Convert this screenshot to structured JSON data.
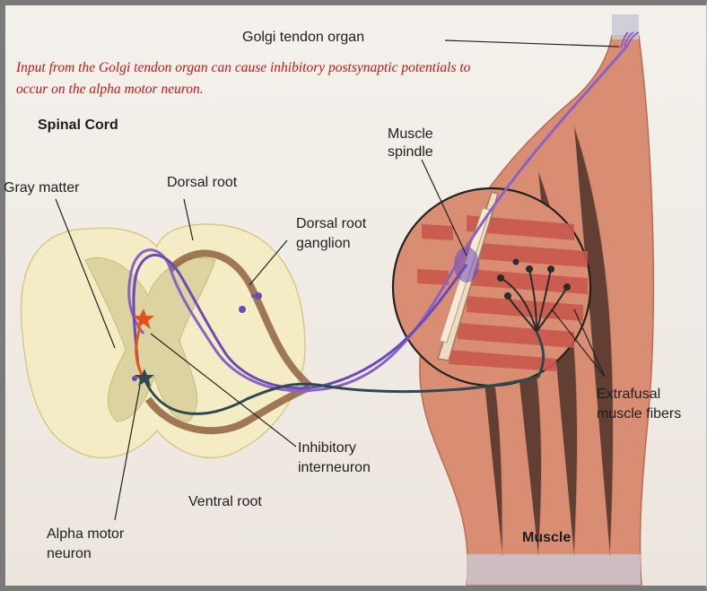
{
  "caption": "Input from the Golgi tendon organ can cause inhibitory postsynaptic potentials to occur on the alpha motor neuron.",
  "labels": {
    "golgi_tendon_organ": "Golgi tendon organ",
    "spinal_cord": "Spinal Cord",
    "gray_matter": "Gray matter",
    "dorsal_root": "Dorsal root",
    "dorsal_root_ganglion_1": "Dorsal root",
    "dorsal_root_ganglion_2": "ganglion",
    "muscle_spindle_1": "Muscle",
    "muscle_spindle_2": "spindle",
    "extrafusal_1": "Extrafusal",
    "extrafusal_2": "muscle fibers",
    "inhibitory_1": "Inhibitory",
    "inhibitory_2": "interneuron",
    "ventral_root": "Ventral root",
    "alpha_motor_1": "Alpha motor",
    "alpha_motor_2": "neuron",
    "muscle": "Muscle"
  },
  "colors": {
    "caption": "#c01818",
    "sensory_axon": "#6a4bb8",
    "golgi_axon": "#8a62c6",
    "motor_axon": "#2e4a4f",
    "interneuron": "#e0531e",
    "muscle": "#d98d72",
    "muscle_stripe": "#b8574a",
    "spinal_white": "#f4ecc4",
    "spinal_gray": "#e9dfb0",
    "root": "#8a5a3a"
  }
}
